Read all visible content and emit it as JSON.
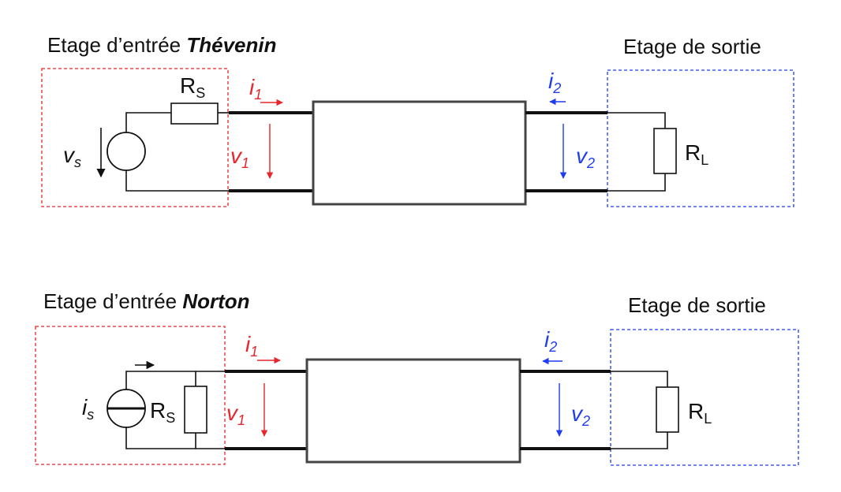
{
  "colors": {
    "input_accent": "#e8252a",
    "output_accent": "#1e3cf0",
    "ink": "#111111",
    "two_port_box": "#444444"
  },
  "thevenin": {
    "title_prefix": "Etage d’entrée ",
    "title_emphasis": "Thévenin",
    "output_title": "Etage de sortie",
    "source_symbol": "v",
    "source_sub": "s",
    "rs_symbol": "R",
    "rs_sub": "S",
    "i1_symbol": "i",
    "i1_sub": "1",
    "v1_symbol": "v",
    "v1_sub": "1",
    "i2_symbol": "i",
    "i2_sub": "2",
    "v2_symbol": "v",
    "v2_sub": "2",
    "rl_symbol": "R",
    "rl_sub": "L"
  },
  "norton": {
    "title_prefix": "Etage d’entrée ",
    "title_emphasis": "Norton",
    "output_title": "Etage de sortie",
    "source_symbol": "i",
    "source_sub": "s",
    "rs_symbol": "R",
    "rs_sub": "S",
    "i1_symbol": "i",
    "i1_sub": "1",
    "v1_symbol": "v",
    "v1_sub": "1",
    "i2_symbol": "i",
    "i2_sub": "2",
    "v2_symbol": "v",
    "v2_sub": "2",
    "rl_symbol": "R",
    "rl_sub": "L"
  }
}
